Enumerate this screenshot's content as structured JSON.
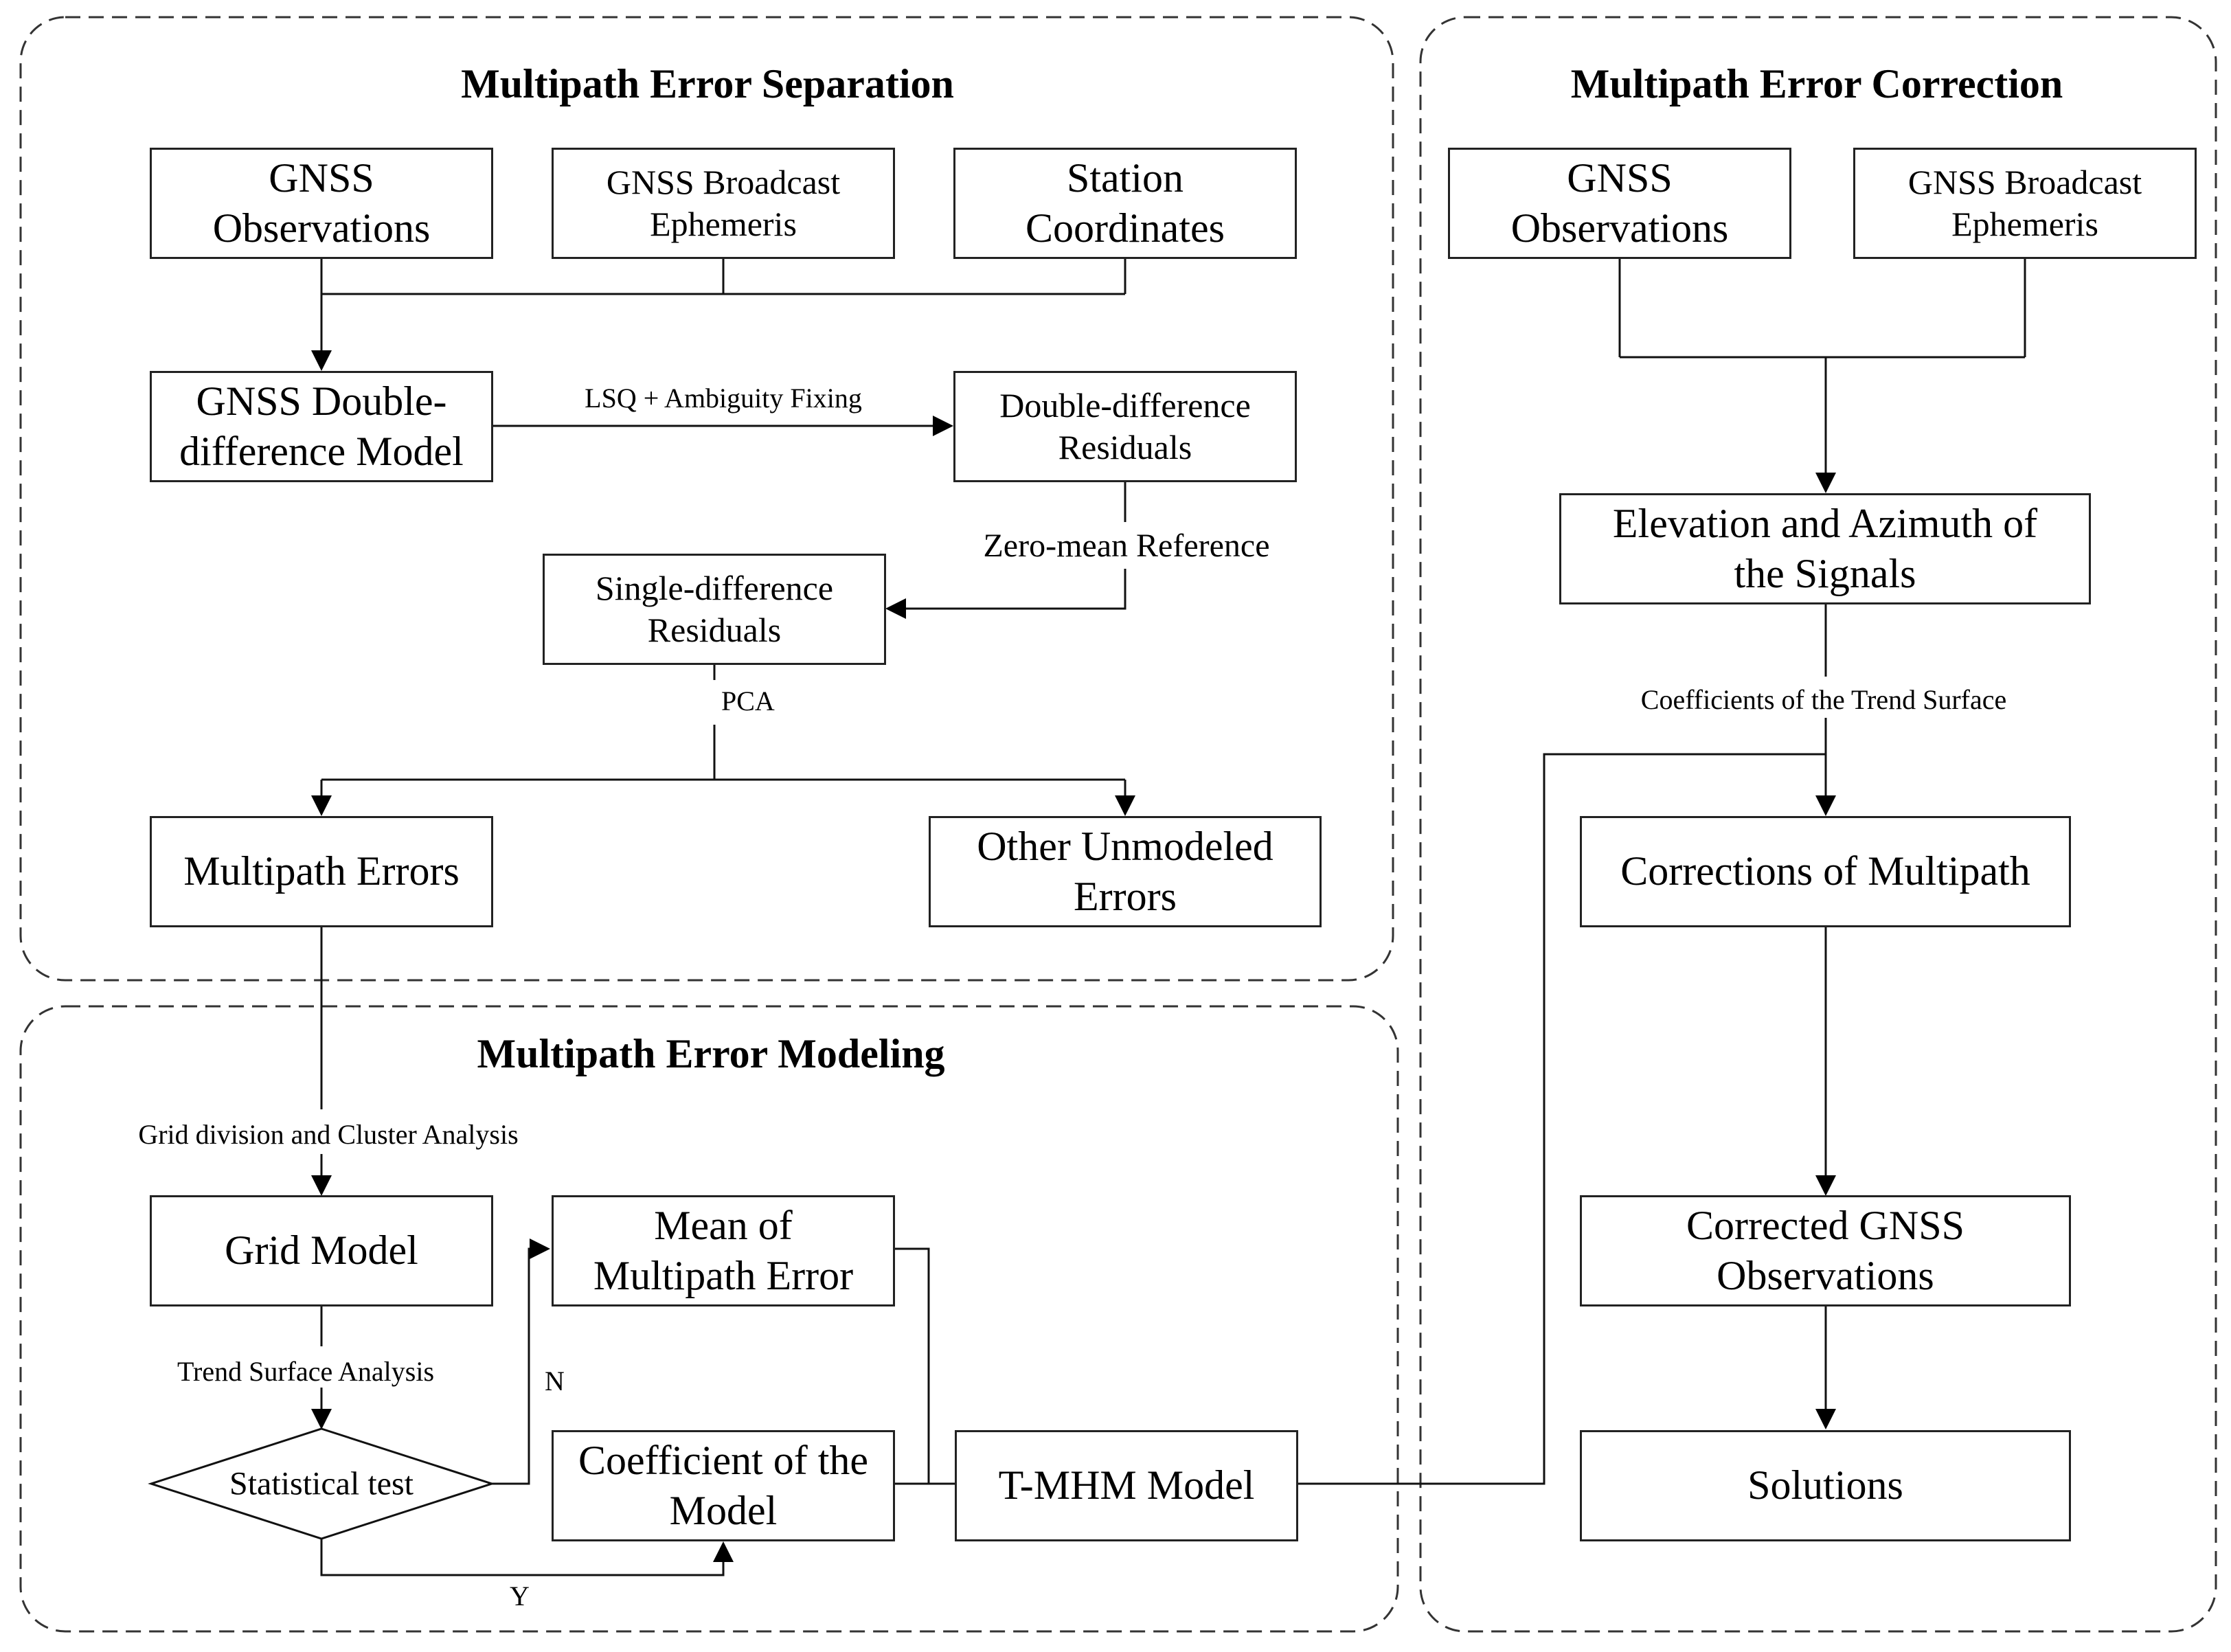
{
  "panels": {
    "separation": "Multipath Error Separation",
    "correction": "Multipath Error Correction",
    "modeling": "Multipath Error Modeling"
  },
  "nodes": {
    "gnss_obs_1": "GNSS\nObservations",
    "broadcast_eph_1": "GNSS Broadcast\nEphemeris",
    "station_coords": "Station\nCoordinates",
    "dd_model": "GNSS Double-\ndifference Model",
    "dd_residuals": "Double-difference\nResiduals",
    "sd_residuals": "Single-difference\nResiduals",
    "multipath_errors": "Multipath Errors",
    "other_errors": "Other Unmodeled\nErrors",
    "grid_model": "Grid Model",
    "mean_error": "Mean of\nMultipath Error",
    "statistical_test": "Statistical test",
    "coefficient_model": "Coefficient of the\nModel",
    "tmhm_model": "T-MHM Model",
    "gnss_obs_2": "GNSS\nObservations",
    "broadcast_eph_2": "GNSS Broadcast\nEphemeris",
    "elev_azimuth": "Elevation and Azimuth of\nthe Signals",
    "corrections": "Corrections of Multipath",
    "corrected_obs": "Corrected GNSS\nObservations",
    "solutions": "Solutions"
  },
  "edge_labels": {
    "lsq": "LSQ + Ambiguity Fixing",
    "zero_mean": "Zero-mean Reference",
    "pca": "PCA",
    "grid_division": "Grid division and Cluster Analysis",
    "trend_analysis": "Trend Surface Analysis",
    "no": "N",
    "yes": "Y",
    "coefficients_trend": "Coefficients of the Trend Surface"
  }
}
